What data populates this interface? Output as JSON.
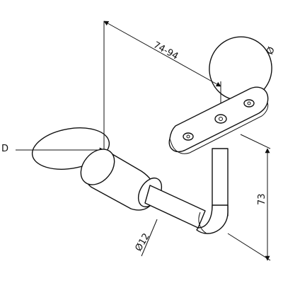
{
  "labels": {
    "width_range": "74-94",
    "diameter_top": "Ø",
    "left_label": "D",
    "height": "73",
    "diameter_bar": "Ø12"
  }
}
